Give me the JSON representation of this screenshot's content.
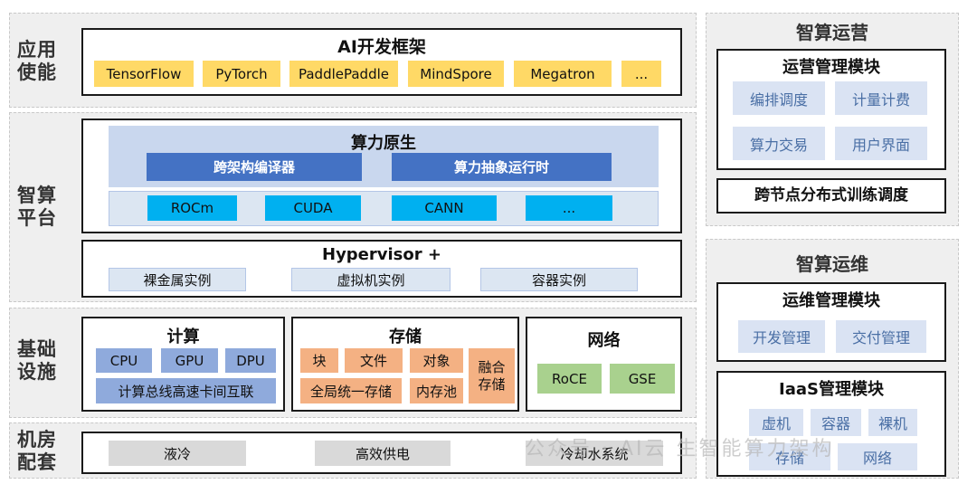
{
  "layers": {
    "app": "应用\n使能",
    "platform": "智算\n平台",
    "infra": "基础\n设施",
    "room": "机房\n配套"
  },
  "ai_framework": {
    "title": "AI开发框架",
    "items": [
      "TensorFlow",
      "PyTorch",
      "PaddlePaddle",
      "MindSpore",
      "Megatron",
      "..."
    ]
  },
  "compute_native": {
    "title": "算力原生",
    "components": [
      "跨架构编译器",
      "算力抽象运行时"
    ],
    "runtimes": [
      "ROCm",
      "CUDA",
      "CANN",
      "..."
    ]
  },
  "hypervisor": {
    "title": "Hypervisor +",
    "instances": [
      "裸金属实例",
      "虚拟机实例",
      "容器实例"
    ]
  },
  "compute": {
    "title": "计算",
    "units": [
      "CPU",
      "GPU",
      "DPU"
    ],
    "interconnect": "计算总线高速卡间互联"
  },
  "storage": {
    "title": "存储",
    "items": [
      "块",
      "文件",
      "对象",
      "全局统一存储",
      "内存池"
    ],
    "fusion": "融合\n存储"
  },
  "network": {
    "title": "网络",
    "items": [
      "RoCE",
      "GSE"
    ]
  },
  "room_items": [
    "液冷",
    "高效供电",
    "冷却水系统"
  ],
  "operations": {
    "title": "智算运营",
    "module_title": "运营管理模块",
    "modules": [
      "编排调度",
      "计量计费",
      "算力交易",
      "用户界面"
    ],
    "distributed": "跨节点分布式训练调度"
  },
  "maintenance": {
    "title": "智算运维",
    "module_title": "运维管理模块",
    "modules": [
      "开发管理",
      "交付管理"
    ],
    "iaas_title": "IaaS管理模块",
    "iaas": [
      "虚机",
      "容器",
      "裸机",
      "存储",
      "网络"
    ]
  },
  "watermark": "公众号 · AI云  生智能算力架构"
}
